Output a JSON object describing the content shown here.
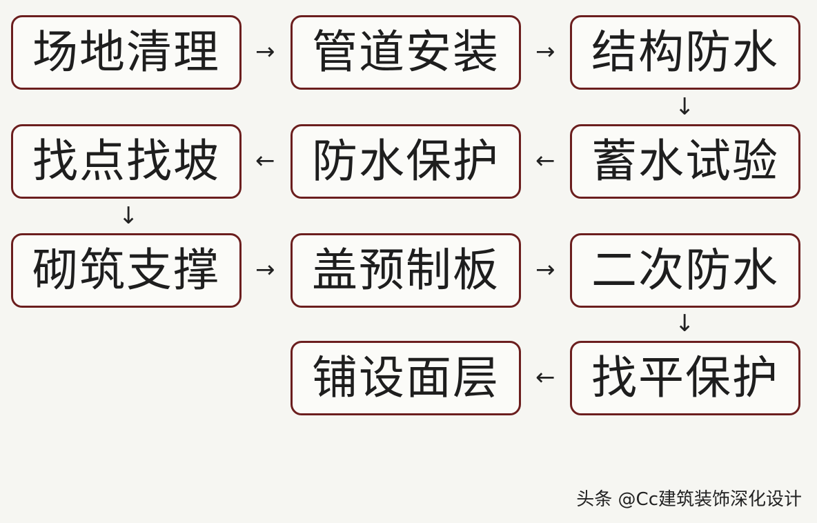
{
  "steps": [
    "场地清理",
    "管道安装",
    "结构防水",
    "蓄水试验",
    "防水保护",
    "找点找坡",
    "砌筑支撑",
    "盖预制板",
    "二次防水",
    "找平保护",
    "铺设面层"
  ],
  "arrow_glyphs": {
    "right": "→",
    "left": "←",
    "down": "↓"
  },
  "watermark": "头条 @Cc建筑装饰深化设计",
  "colors": {
    "background": "#f6f6f2",
    "box_border": "#6b1e1e",
    "text": "#1e1e1e"
  }
}
